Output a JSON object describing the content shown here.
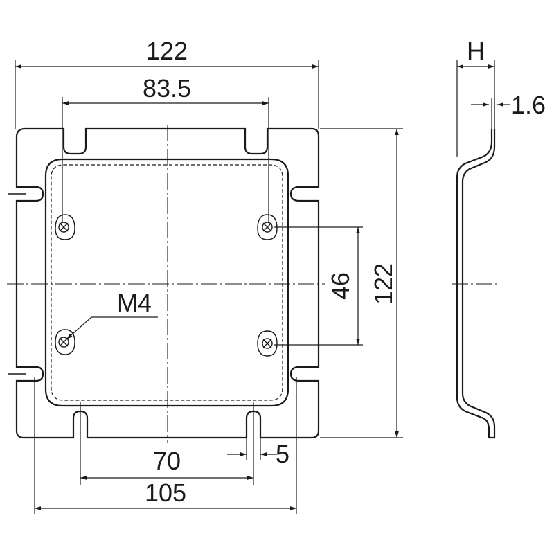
{
  "figure": {
    "front_view": {
      "width_overall": "122",
      "width_inner": "83.5",
      "height_overall": "122",
      "hole_spacing": "46",
      "hole_label": "M4",
      "slot_spacing_inner": "70",
      "slot_spacing_outer": "105",
      "slot_width": "5"
    },
    "side_view": {
      "height_label": "H",
      "thickness": "1.6"
    }
  }
}
